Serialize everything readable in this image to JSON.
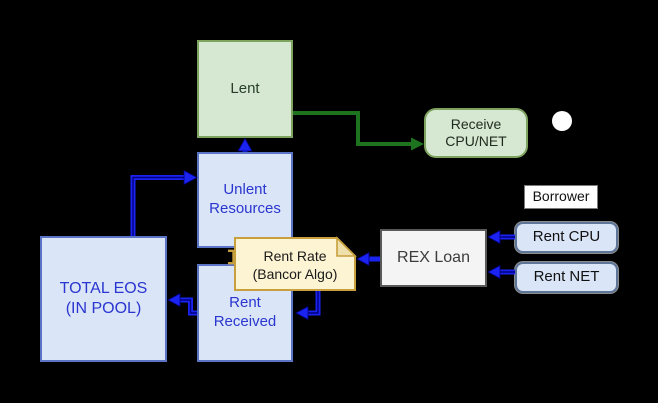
{
  "colors": {
    "bg": "#000000",
    "blue_fill": "#dbe5f8",
    "blue_border": "#5a73c4",
    "blue_text": "#2936cf",
    "green_fill": "#d6e8d2",
    "green_border": "#7ea35f",
    "green_text": "#28402a",
    "gray_fill": "#f4f4f4",
    "gray_border": "#595959",
    "gray_text": "#3c3c3c",
    "pill_border": "#5d7599",
    "label_fill": "#ffffff",
    "label_border": "#7a7a7a",
    "note_fill": "#fdf4d3",
    "note_fold": "#efe0ab",
    "note_border": "#c79f3d",
    "arrow_blue": "#1a23f0",
    "arrow_blue_core": "#000080",
    "arrow_green": "#1e741e",
    "circle": "#ffffff",
    "ink": "#1a1a1a"
  },
  "nodes": {
    "lent": {
      "label": "Lent"
    },
    "unlent": {
      "line1": "Unlent",
      "line2": "Resources"
    },
    "rent_received": {
      "line1": "Rent",
      "line2": "Received"
    },
    "total_eos": {
      "line1": "TOTAL EOS",
      "line2": "(IN POOL)"
    },
    "receive": {
      "line1": "Receive",
      "line2": "CPU/NET"
    },
    "rex_loan": {
      "label": "REX Loan"
    },
    "borrower": {
      "label": "Borrower"
    },
    "rent_cpu": {
      "label": "Rent CPU"
    },
    "rent_net": {
      "label": "Rent NET"
    },
    "note": {
      "line1": "Rent Rate",
      "line2": "(Bancor Algo)"
    }
  }
}
